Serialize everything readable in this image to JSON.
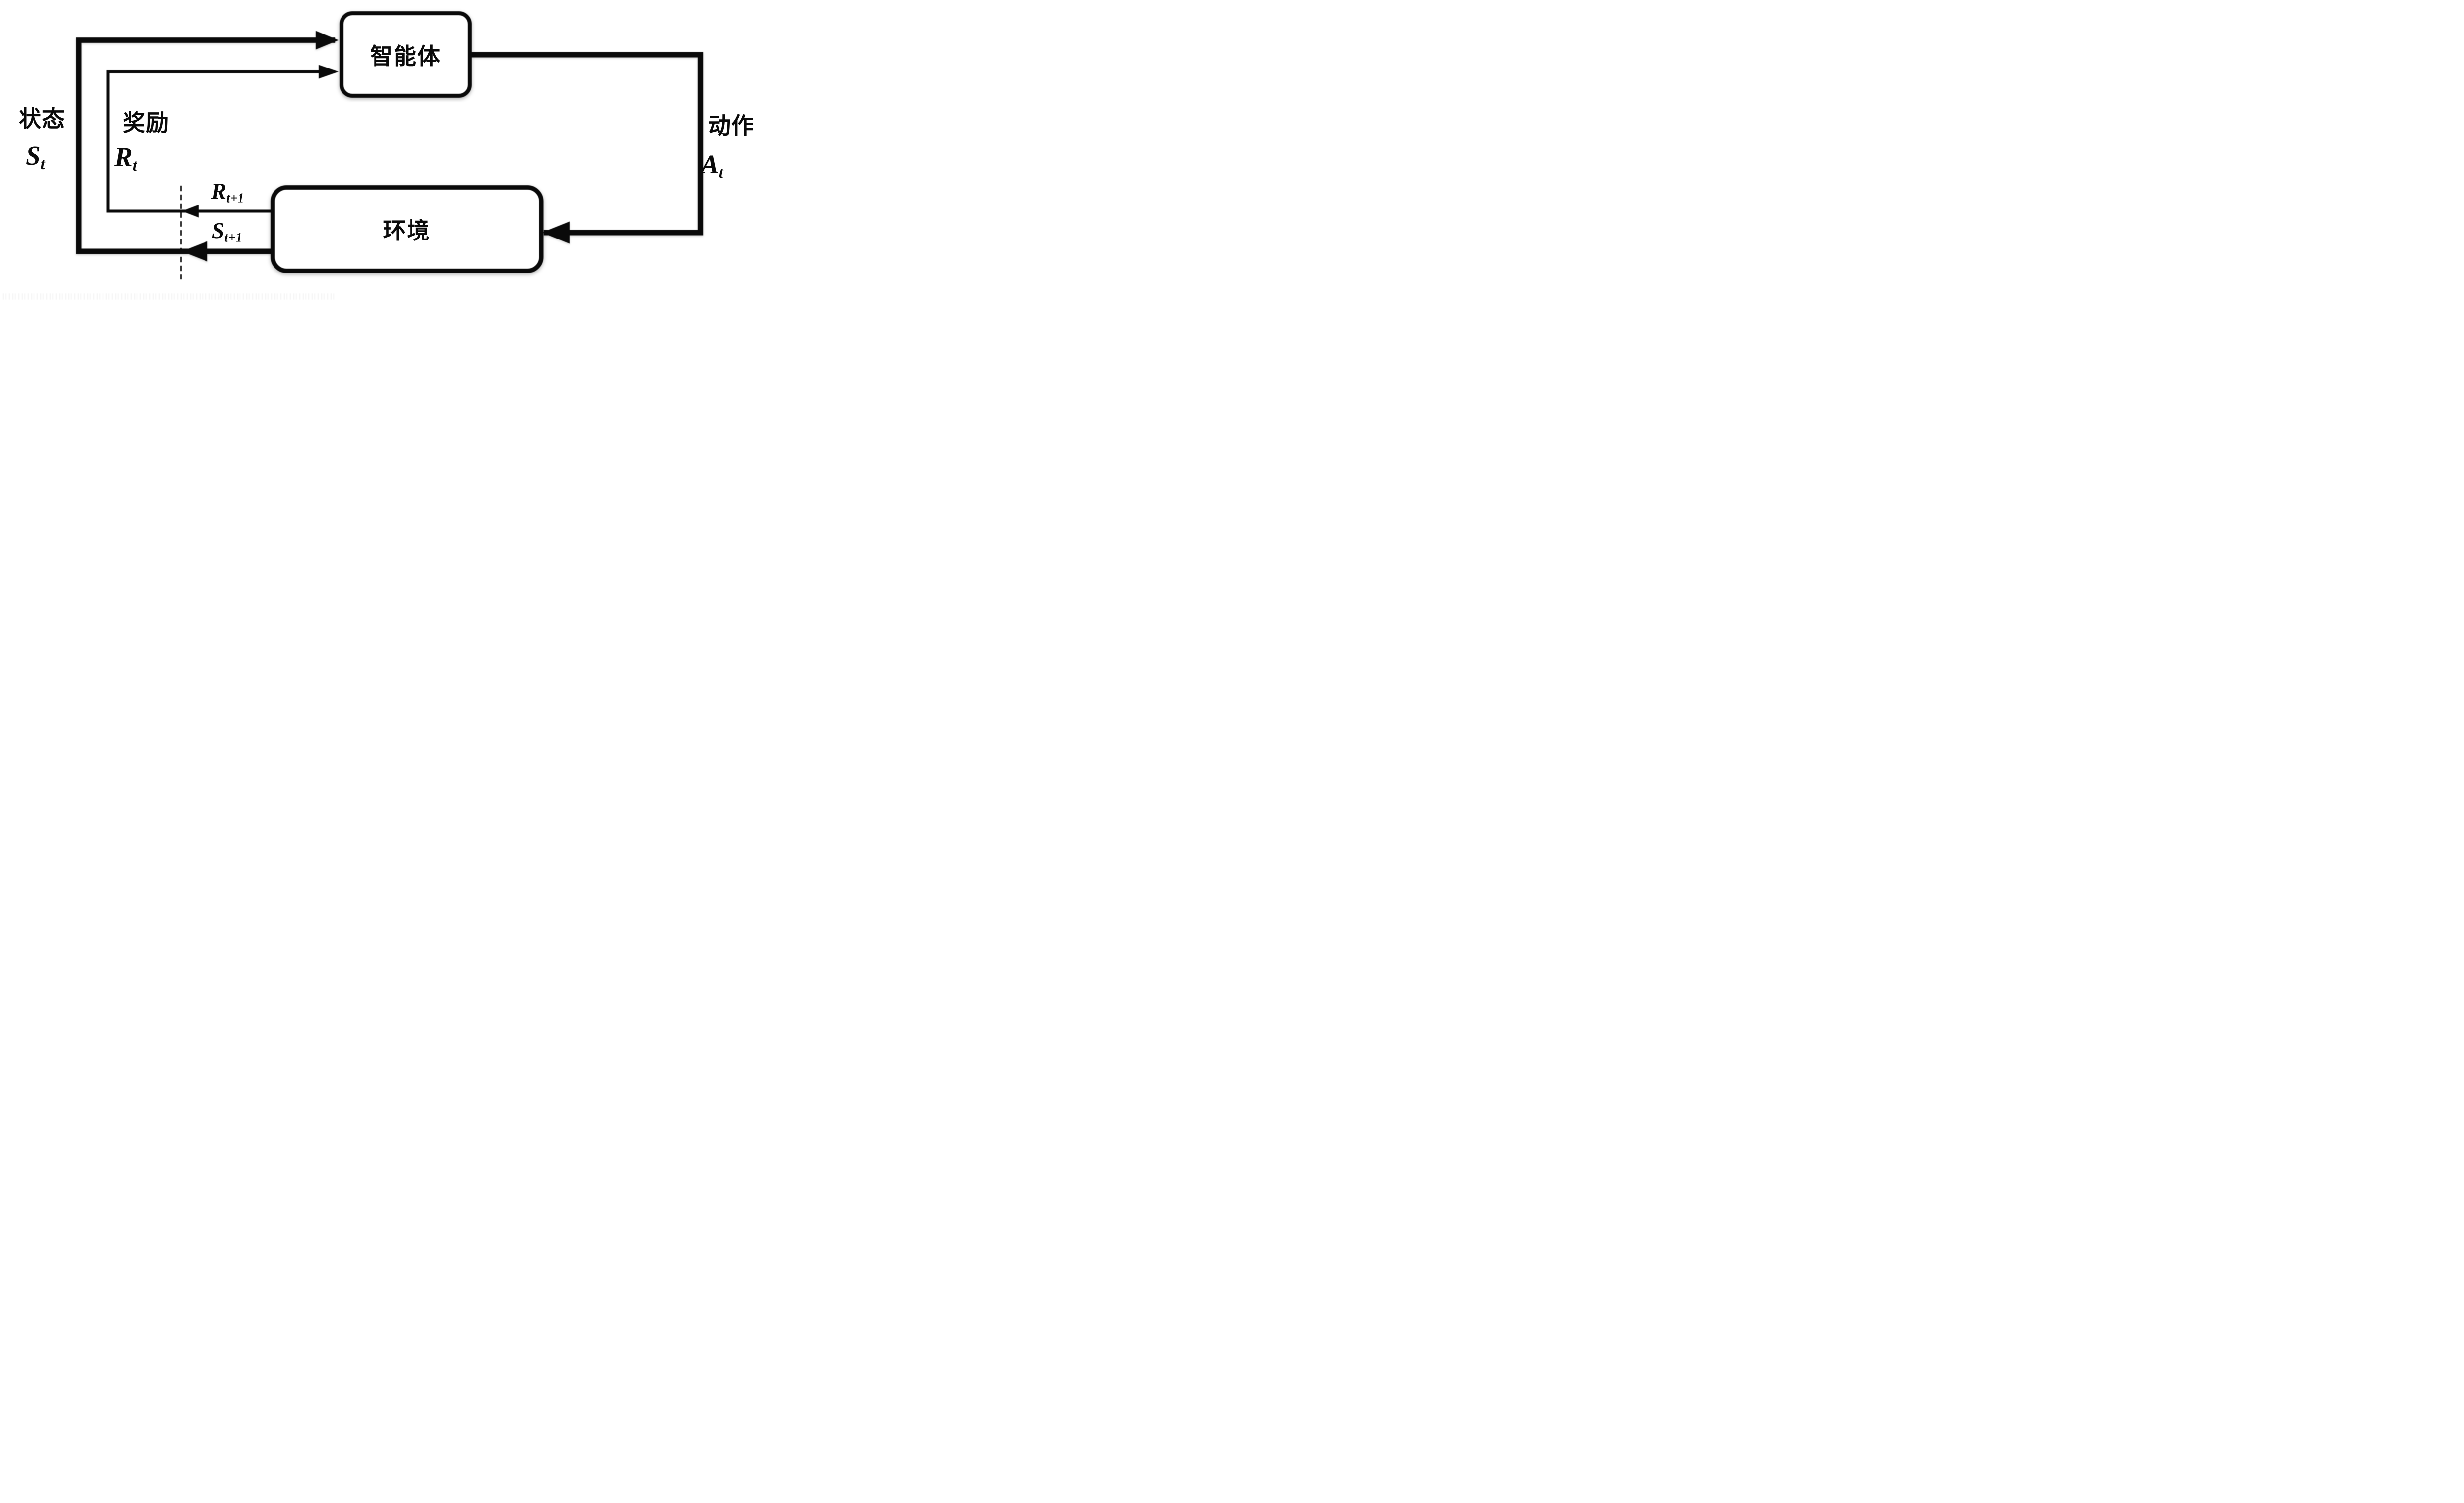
{
  "diagram": {
    "title_semantic": "reinforcement-learning agent-environment loop",
    "colors": {
      "line": "#0a0a0a",
      "background": "#ffffff"
    },
    "boxes": {
      "agent": {
        "label": "智能体"
      },
      "environment": {
        "label": "环境"
      }
    },
    "labels": {
      "state": {
        "caption": "状态",
        "base": "S",
        "sub": "t"
      },
      "reward": {
        "caption": "奖励",
        "base": "R",
        "sub": "t"
      },
      "action": {
        "caption": "动作",
        "base": "A",
        "sub": "t"
      },
      "next_reward": {
        "base": "R",
        "sub": "t+1"
      },
      "next_state": {
        "base": "S",
        "sub": "t+1"
      }
    }
  }
}
